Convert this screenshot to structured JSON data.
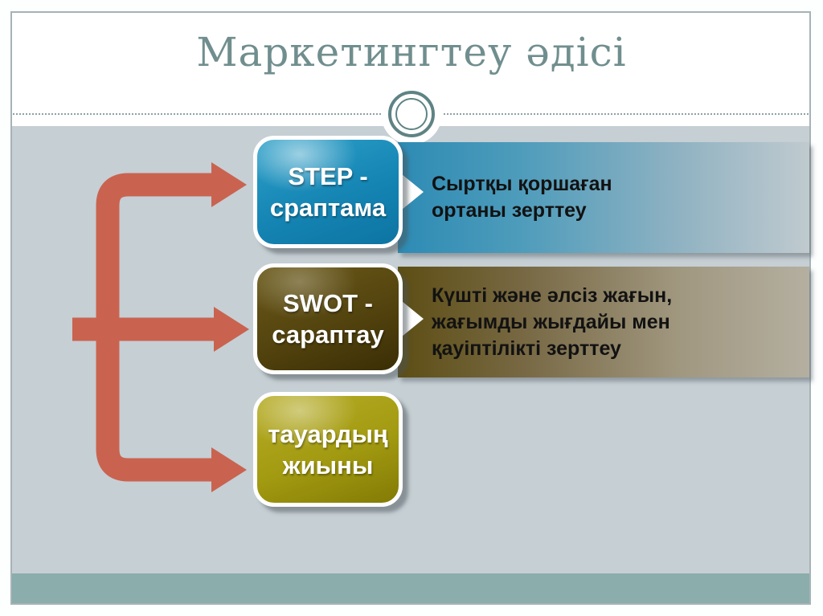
{
  "slide": {
    "title": "Маркетингтеу әдісі"
  },
  "diagram": {
    "boxes": [
      {
        "id": "step",
        "line1": "STEP -",
        "line2": "сраптама"
      },
      {
        "id": "swot",
        "line1": "SWOT -",
        "line2": "сараптау"
      },
      {
        "id": "tauar",
        "line1": "тауардың",
        "line2": "жиыны"
      }
    ],
    "banners": [
      {
        "for": "step",
        "lines": [
          "Сыртқы қоршаған",
          "ортаны зерттеу"
        ]
      },
      {
        "for": "swot",
        "lines": [
          "Күшті және әлсіз жағын,",
          "жағымды жығдайы мен",
          "қауіптілікті зерттеу"
        ]
      }
    ]
  },
  "colors": {
    "arrow_accent": "#c96350",
    "content_background": "#c6cfd4",
    "footer_band": "#8badac",
    "frame_border": "#a6b3b6",
    "title_text": "#718e8e",
    "ornament_ring": "#5f8384",
    "node_step": "#1585b4",
    "node_swot": "#53430e",
    "node_tauar": "#a29a10",
    "banner_step_start": "#2d8bb4",
    "banner_swot_start": "#5d4e14",
    "banner_fade_end": "#c0cacf"
  }
}
